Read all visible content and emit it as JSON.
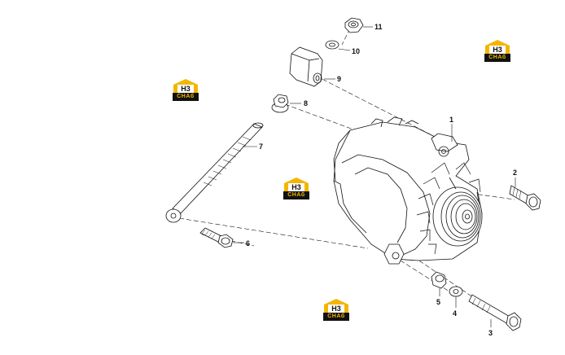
{
  "diagram": {
    "callouts": [
      {
        "id": "c1",
        "text": "1"
      },
      {
        "id": "c2",
        "text": "2"
      },
      {
        "id": "c3",
        "text": "3"
      },
      {
        "id": "c4",
        "text": "4"
      },
      {
        "id": "c5",
        "text": "5"
      },
      {
        "id": "c6",
        "text": "6"
      },
      {
        "id": "c7",
        "text": "7"
      },
      {
        "id": "c8",
        "text": "8"
      },
      {
        "id": "c9",
        "text": "9"
      },
      {
        "id": "c10",
        "text": "10"
      },
      {
        "id": "c11",
        "text": "11"
      }
    ],
    "watermark": {
      "text": "CHAб",
      "mark": "H3"
    },
    "colors": {
      "line": "#111111",
      "watermark_gold": "#f2b600",
      "watermark_dark": "#111111"
    }
  }
}
